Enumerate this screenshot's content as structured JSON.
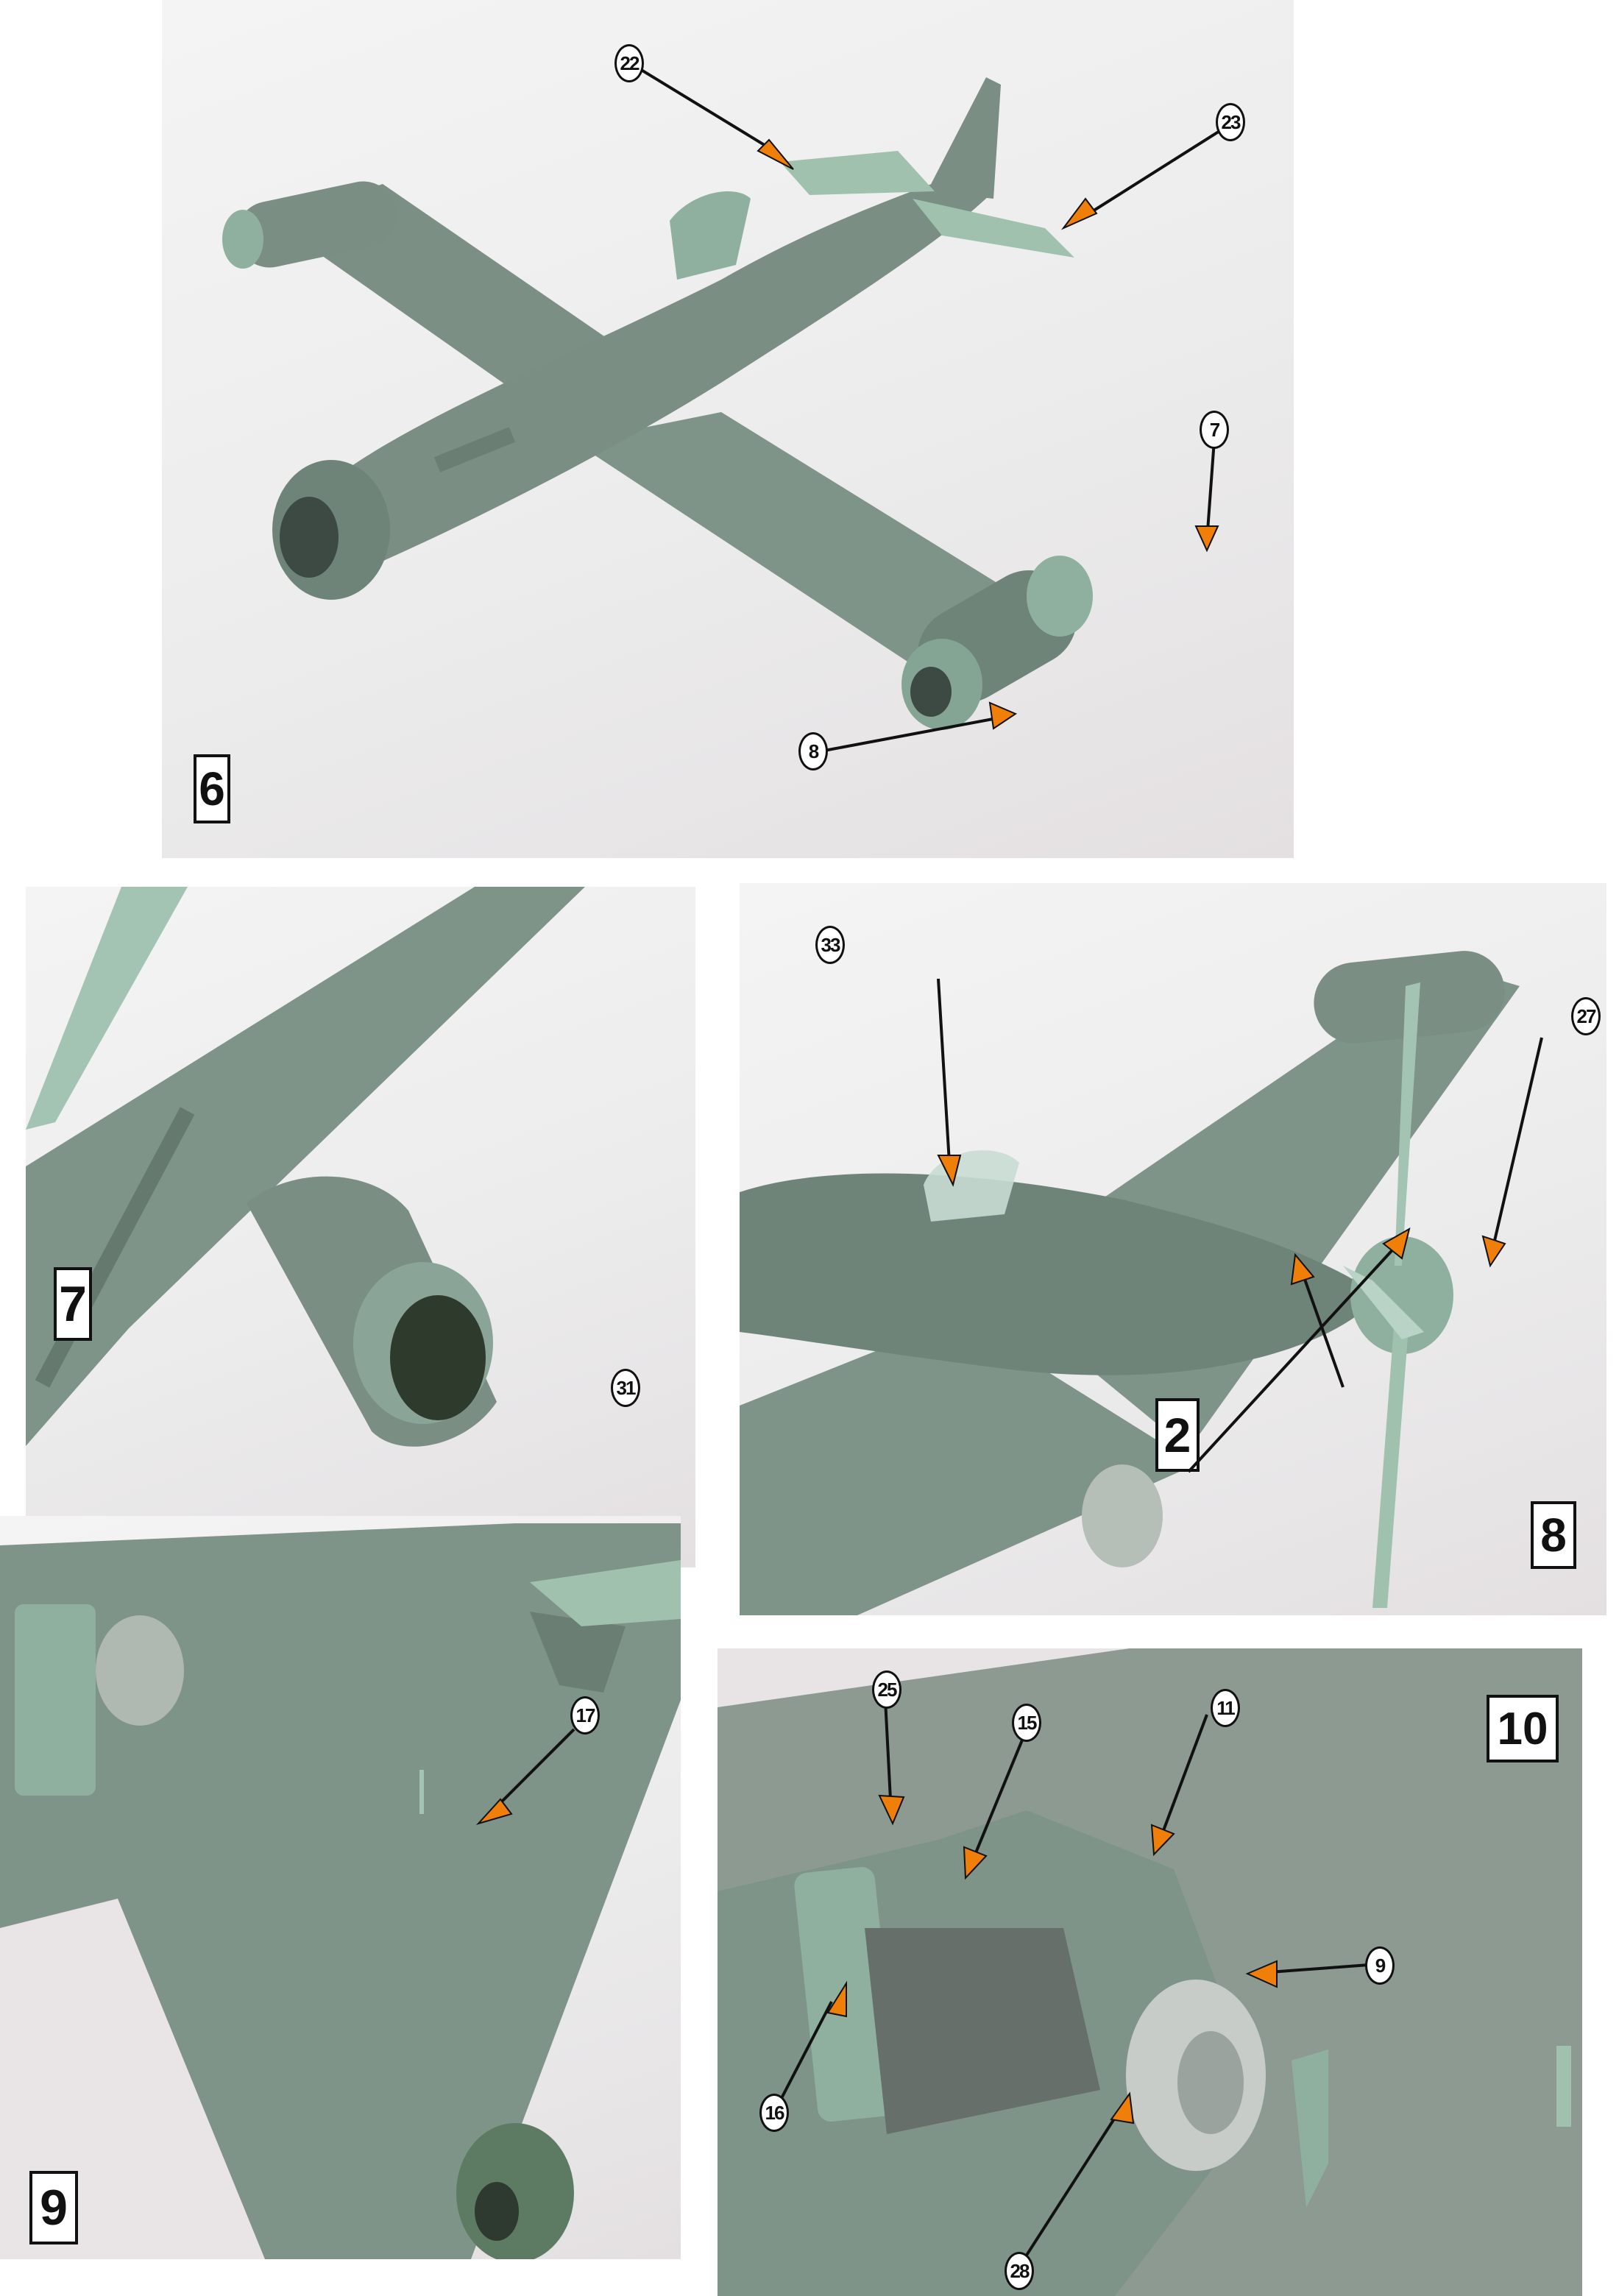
{
  "sheet": {
    "background": "#ffffff",
    "colors": {
      "model_grey_green": "#7f9488",
      "model_light_green": "#9fc1ae",
      "arrow_orange": "#f07f0a",
      "leader_black": "#111111"
    }
  },
  "panels": [
    {
      "id": "panel-6",
      "step": "6",
      "view": "overall model, nose-left three-quarter view",
      "callouts": [
        {
          "label": "22",
          "target": "left horizontal stabilizer"
        },
        {
          "label": "23",
          "target": "right horizontal stabilizer"
        },
        {
          "label": "7",
          "target": "right wingtip nacelle rear cap"
        },
        {
          "label": "8",
          "target": "right wingtip nacelle intake"
        }
      ]
    },
    {
      "id": "panel-7",
      "step": "7",
      "view": "underside of nose with exhaust/intake",
      "callouts": [
        {
          "label": "31",
          "target": "nose intake interior"
        }
      ]
    },
    {
      "id": "panel-8",
      "step": "8",
      "view": "nose close-up with canopy and propeller",
      "callouts": [
        {
          "label": "33",
          "target": "canopy"
        },
        {
          "label": "27",
          "target": "spinner"
        },
        {
          "label": "2",
          "target": "propeller (step reference)",
          "boxed": true
        }
      ]
    },
    {
      "id": "panel-9",
      "step": "9",
      "view": "upper wing surface",
      "callouts": [
        {
          "label": "17",
          "target": "wing antenna/pitot"
        }
      ]
    },
    {
      "id": "panel-10",
      "step": "10",
      "view": "main undercarriage bay close-up",
      "callouts": [
        {
          "label": "25",
          "target": "gear bay door"
        },
        {
          "label": "15",
          "target": "retraction strut"
        },
        {
          "label": "11",
          "target": "main wheel"
        },
        {
          "label": "9",
          "target": "gear leg cover"
        },
        {
          "label": "16",
          "target": "bay door hinge"
        },
        {
          "label": "28",
          "target": "gear leg link"
        }
      ]
    }
  ]
}
